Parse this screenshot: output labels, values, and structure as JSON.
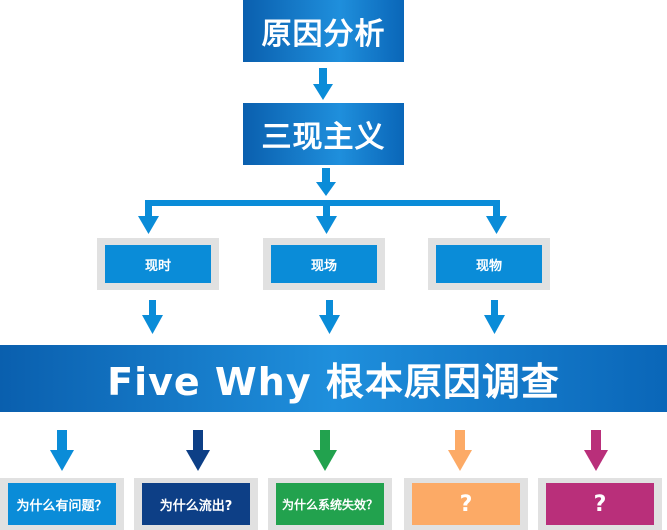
{
  "top": {
    "title": "原因分析",
    "subtitle": "三现主义"
  },
  "branches": [
    "现时",
    "现场",
    "现物"
  ],
  "banner": "Five Why 根本原因调查",
  "whys": [
    {
      "label": "为什么有问题？",
      "color": "#0a8cd8"
    },
    {
      "label": "为什么流出?",
      "color": "#0d3f86"
    },
    {
      "label": "为什么系统失效？",
      "color": "#22a24e"
    },
    {
      "label": "?",
      "color": "#fcaa66"
    },
    {
      "label": "?",
      "color": "#b92f7a"
    }
  ],
  "colors": {
    "blue": "#0a8cd8"
  }
}
